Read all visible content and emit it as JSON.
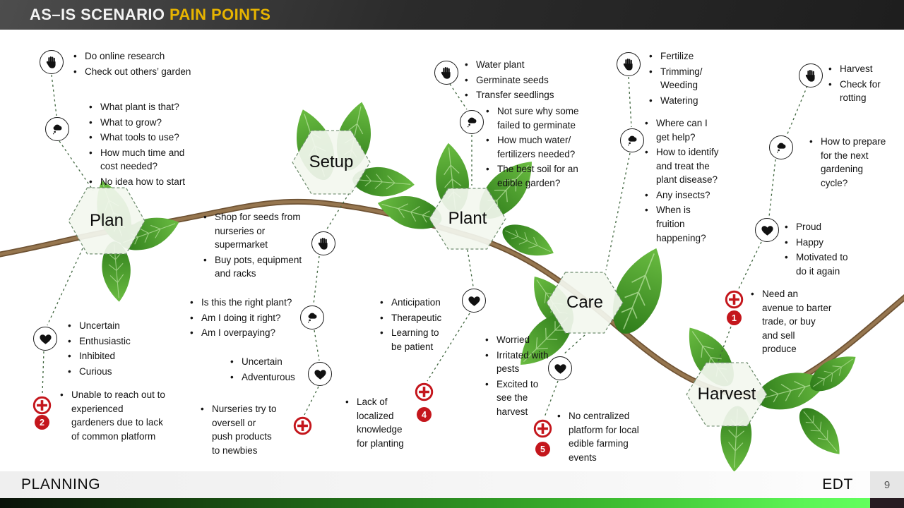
{
  "header": {
    "title_main": "AS–IS SCENARIO ",
    "title_accent": "PAIN POINTS"
  },
  "footer": {
    "left": "PLANNING",
    "right": "EDT",
    "page": "9"
  },
  "colors": {
    "accent_yellow": "#e7b400",
    "pain_red": "#c4161c",
    "leaf_green": "#4a9e2f",
    "vine_brown": "#8a6b46",
    "strip_green": "#63ff5e"
  },
  "icons": {
    "actions": "hand-icon",
    "thoughts": "thought-bubble-icon",
    "feelings": "heart-icon",
    "pain": "medical-cross-icon"
  },
  "stages": [
    {
      "name": "Plan",
      "actions": [
        "Do online research",
        "Check out others’ garden"
      ],
      "thoughts": [
        "What plant is that?",
        "What to grow?",
        "What tools to use?",
        "How much time and cost needed?",
        "No idea how to start"
      ],
      "feelings": [
        "Uncertain",
        "Enthusiastic",
        "Inhibited",
        "Curious"
      ],
      "pain": {
        "number": "2",
        "items": [
          "Unable to reach out to experienced gardeners due to lack of common platform"
        ]
      }
    },
    {
      "name": "Setup",
      "actions": [
        "Shop for seeds from nurseries or supermarket",
        "Buy pots, equipment and racks"
      ],
      "thoughts": [
        "Is this the right plant?",
        "Am I doing it right?",
        "Am I overpaying?"
      ],
      "feelings": [
        "Uncertain",
        "Adventurous"
      ],
      "pain": {
        "number": "",
        "items": [
          "Nurseries try to oversell or push products to newbies"
        ]
      }
    },
    {
      "name": "Plant",
      "actions": [
        "Water plant",
        "Germinate seeds",
        "Transfer seedlings"
      ],
      "thoughts": [
        "Not sure why some failed to germinate",
        "How much water/ fertilizers needed?",
        "The best soil for an edible garden?"
      ],
      "feelings": [
        "Anticipation",
        "Therapeutic",
        "Learning to be patient"
      ],
      "pain": {
        "number": "4",
        "items": [
          "Lack of localized knowledge for planting"
        ]
      }
    },
    {
      "name": "Care",
      "actions": [
        "Fertilize",
        "Trimming/ Weeding",
        "Watering"
      ],
      "thoughts": [
        "Where can I get help?",
        "How to identify and treat the plant disease?",
        "Any insects?",
        "When is fruition happening?"
      ],
      "feelings": [
        "Worried",
        "Irritated with pests",
        "Excited to see the harvest"
      ],
      "pain": {
        "number": "5",
        "items": [
          "No centralized platform for local edible farming events"
        ]
      }
    },
    {
      "name": "Harvest",
      "actions": [
        "Harvest",
        "Check for rotting"
      ],
      "thoughts": [
        "How to prepare for the next gardening cycle?"
      ],
      "feelings": [
        "Proud",
        "Happy",
        "Motivated to do it again"
      ],
      "pain": {
        "number": "1",
        "items": [
          "Need an avenue to barter trade, or buy and sell produce"
        ]
      }
    }
  ]
}
